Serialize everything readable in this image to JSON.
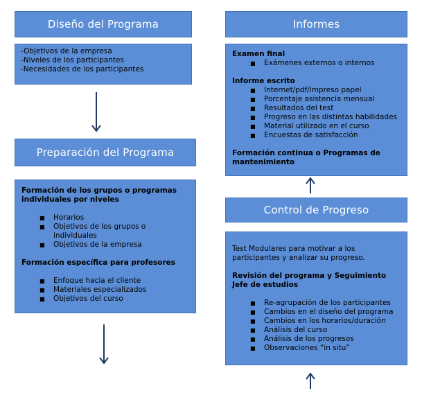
{
  "colors": {
    "box_fill": "#5b8ed6",
    "box_border": "#3f72b9",
    "header_text": "#ffffff",
    "arrow": "#1f3864"
  },
  "diseno": {
    "title": "Diseño del Programa",
    "items": [
      "-Objetivos de la empresa",
      "-Niveles de los participantes",
      "-Necesidades de los participantes"
    ]
  },
  "preparacion": {
    "title": "Preparación del Programa",
    "section1_title": "Formación de los grupos o programas individuales por niveles",
    "section1_items": [
      "Horarios",
      "Objetivos de los grupos o individuales",
      "Objetivos de la empresa"
    ],
    "section2_title": "Formación específica para profesores",
    "section2_items": [
      "Enfoque hacia el cliente",
      "Materiales especializados",
      "Objetivos del curso"
    ]
  },
  "informes": {
    "title": "Informes",
    "examen_title": "Examen final",
    "examen_items": [
      "Exámenes externos o internos"
    ],
    "informe_title": "Informe escrito",
    "informe_items": [
      "Internet/pdf/impreso papel",
      "Porcentaje asistencia mensual",
      "Resultados del test",
      "Progreso en las distintas habilidades",
      "Material utilizado en el curso",
      "Encuestas de satisfacción"
    ],
    "formacion_title": "Formación continua o Programas de mantenimiento"
  },
  "control": {
    "title": "Control de Progreso",
    "intro": "Test Modulares para motivar a los participantes y analizar su progreso.",
    "revision_title": "Revisión del programa y Seguimiento Jefe de estudios",
    "revision_items": [
      "Re-agrupación de los participantes",
      "Cambios en el diseño del programa",
      "Cambios en los horarios/duración",
      "Análisis del curso",
      "Análisis de los progresos",
      "Observaciones “in situ”"
    ]
  }
}
